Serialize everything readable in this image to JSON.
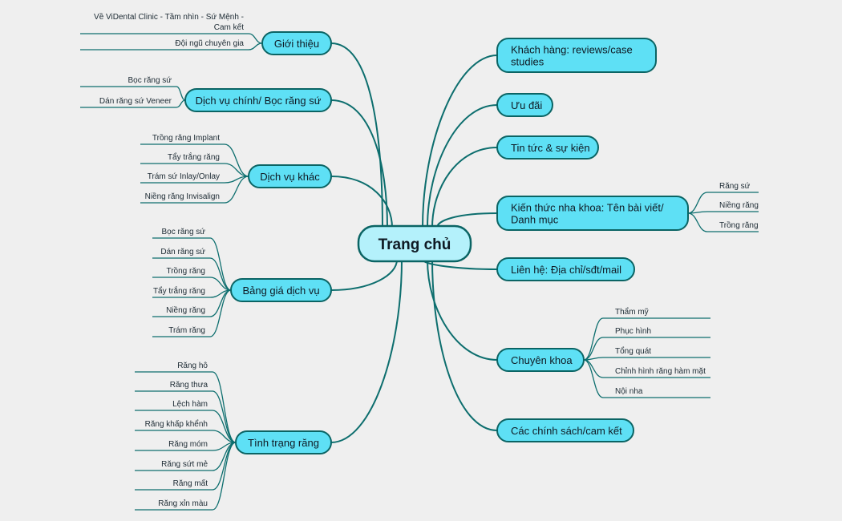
{
  "root": {
    "label": "Trang chủ"
  },
  "left_topics": [
    {
      "label": "Giới thiệu",
      "children": [
        {
          "lines": [
            "Về ViDental Clinic - Tầm nhìn - Sứ Mệnh -",
            "Cam kết"
          ]
        },
        {
          "lines": [
            "Đội ngũ chuyên gia"
          ]
        }
      ]
    },
    {
      "label": "Dịch vụ chính/ Bọc răng sứ",
      "children": [
        {
          "lines": [
            "Bọc răng sứ"
          ]
        },
        {
          "lines": [
            "Dán răng sứ Veneer"
          ]
        }
      ]
    },
    {
      "label": "Dịch vụ khác",
      "children": [
        {
          "lines": [
            "Trồng răng Implant"
          ]
        },
        {
          "lines": [
            "Tẩy trắng răng"
          ]
        },
        {
          "lines": [
            "Trám sứ Inlay/Onlay"
          ]
        },
        {
          "lines": [
            "Niềng răng Invisalign"
          ]
        }
      ]
    },
    {
      "label": "Bảng giá dịch vụ",
      "children": [
        {
          "lines": [
            "Bọc răng sứ"
          ]
        },
        {
          "lines": [
            "Dán răng sứ"
          ]
        },
        {
          "lines": [
            "Trồng răng"
          ]
        },
        {
          "lines": [
            "Tẩy trắng răng"
          ]
        },
        {
          "lines": [
            "Niềng răng"
          ]
        },
        {
          "lines": [
            "Trám răng"
          ]
        }
      ]
    },
    {
      "label": "Tình trạng răng",
      "children": [
        {
          "lines": [
            "Răng hô"
          ]
        },
        {
          "lines": [
            "Răng thưa"
          ]
        },
        {
          "lines": [
            "Lệch hàm"
          ]
        },
        {
          "lines": [
            "Răng khấp khểnh"
          ]
        },
        {
          "lines": [
            "Răng móm"
          ]
        },
        {
          "lines": [
            "Răng sứt mẻ"
          ]
        },
        {
          "lines": [
            "Răng mất"
          ]
        },
        {
          "lines": [
            "Răng xỉn màu"
          ]
        }
      ]
    }
  ],
  "right_topics": [
    {
      "label": [
        "Khách hàng: reviews/case",
        "studies"
      ],
      "children": []
    },
    {
      "label": [
        "Ưu đãi"
      ],
      "children": []
    },
    {
      "label": [
        "Tin tức & sự kiện"
      ],
      "children": []
    },
    {
      "label": [
        "Kiến thức nha khoa: Tên bài viết/",
        "Danh mục"
      ],
      "children": [
        {
          "lines": [
            "Răng sứ"
          ]
        },
        {
          "lines": [
            "Niềng răng"
          ]
        },
        {
          "lines": [
            "Trồng răng"
          ]
        }
      ]
    },
    {
      "label": [
        "Liên hệ: Địa chỉ/sđt/mail"
      ],
      "children": []
    },
    {
      "label": [
        "Chuyên khoa"
      ],
      "children": [
        {
          "lines": [
            "Thẩm mỹ"
          ]
        },
        {
          "lines": [
            "Phục hình"
          ]
        },
        {
          "lines": [
            "Tổng quát"
          ]
        },
        {
          "lines": [
            "Chỉnh hình răng hàm mặt"
          ]
        },
        {
          "lines": [
            "Nội nha"
          ]
        }
      ]
    },
    {
      "label": [
        "Các chính sách/cam kết"
      ],
      "children": []
    }
  ]
}
